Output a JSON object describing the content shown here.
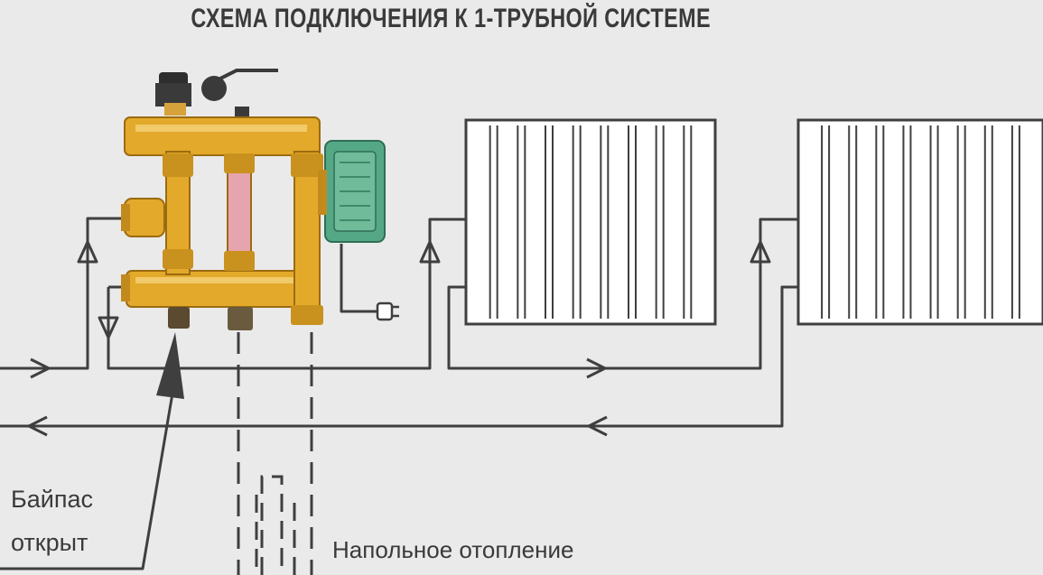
{
  "title": "СХЕМА ПОДКЛЮЧЕНИЯ К 1-ТРУБНОЙ СИСТЕМЕ",
  "labels": {
    "bypass_line1": "Байпас",
    "bypass_line2": "открыт",
    "floor_heating": "Напольное отопление"
  },
  "colors": {
    "background": "#eaeaea",
    "line": "#3f3f3f",
    "brass": "#e3a92a",
    "brass_dark": "#9b6b10",
    "pink_tube": "#e6a4ae",
    "green_box": "#55a886",
    "radiator_fill": "#ffffff"
  },
  "icons": [
    "arrow-right-icon",
    "arrow-left-icon",
    "arrow-up-icon",
    "arrow-down-icon",
    "plug-icon",
    "pump-icon",
    "servo-motor-icon"
  ]
}
